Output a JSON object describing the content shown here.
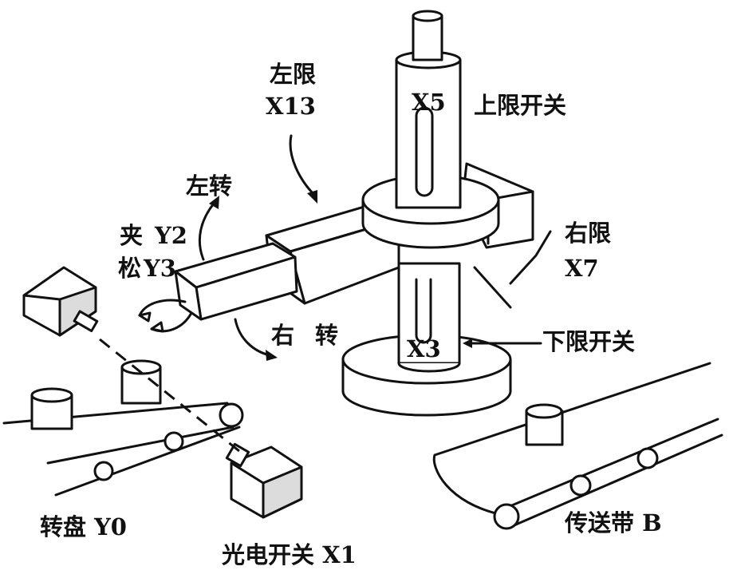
{
  "labels": {
    "left_limit": "左限",
    "left_limit_code": "X13",
    "upper_limit_code": "X5",
    "upper_limit_switch": "上限开关",
    "rotate_left": "左转",
    "clamp": "夹",
    "clamp_code": "Y2",
    "release": "松",
    "release_code": "Y3",
    "right_limit": "右限",
    "right_limit_code": "X7",
    "rotate_right_1": "右",
    "rotate_right_2": "转",
    "lower_limit_code": "X3",
    "lower_limit_switch": "下限开关",
    "turntable": "转盘 Y0",
    "photo_switch": "光电开关 X1",
    "conveyor": "传送带 B"
  },
  "colors": {
    "stroke": "#111111",
    "background": "#ffffff"
  }
}
